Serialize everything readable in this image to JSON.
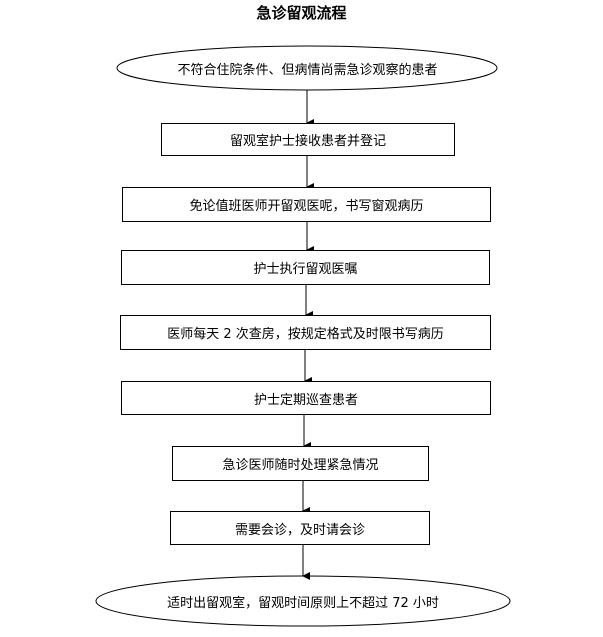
{
  "title": "急诊留观流程",
  "start": "不符合住院条件、但病情尚需急诊观察的患者",
  "steps": [
    "留观室护士接收患者并登记",
    "免论值班医师开留观医呢，书写窗观病历",
    "护士执行留观医嘱",
    "医师每天 2 次查房，按规定格式及时限书写病历",
    "护士定期巡查患者",
    "急诊医师随时处理紧急情况",
    "需要会诊，及时请会诊"
  ],
  "end": "适时出留观室，留观时间原则上不超过 72 小时"
}
